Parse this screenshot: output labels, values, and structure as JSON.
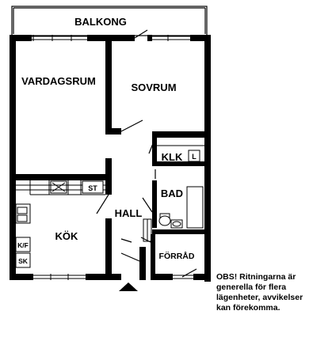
{
  "rooms": {
    "balkong": "BALKONG",
    "vardagsrum": "VARDAGSRUM",
    "sovrum": "SOVRUM",
    "klk": "KLK",
    "bad": "BAD",
    "hall": "HALL",
    "kok": "KÖK",
    "forrad": "FÖRRÅD"
  },
  "fixtures": {
    "linen_cabinet": "L",
    "stove": "ST",
    "fridge_freezer": "K/F",
    "cabinet": "SK"
  },
  "note": {
    "lines": [
      "OBS! Ritningarna är",
      "generella för flera",
      "lägenheter, avvikelser",
      "kan förekomma."
    ]
  }
}
